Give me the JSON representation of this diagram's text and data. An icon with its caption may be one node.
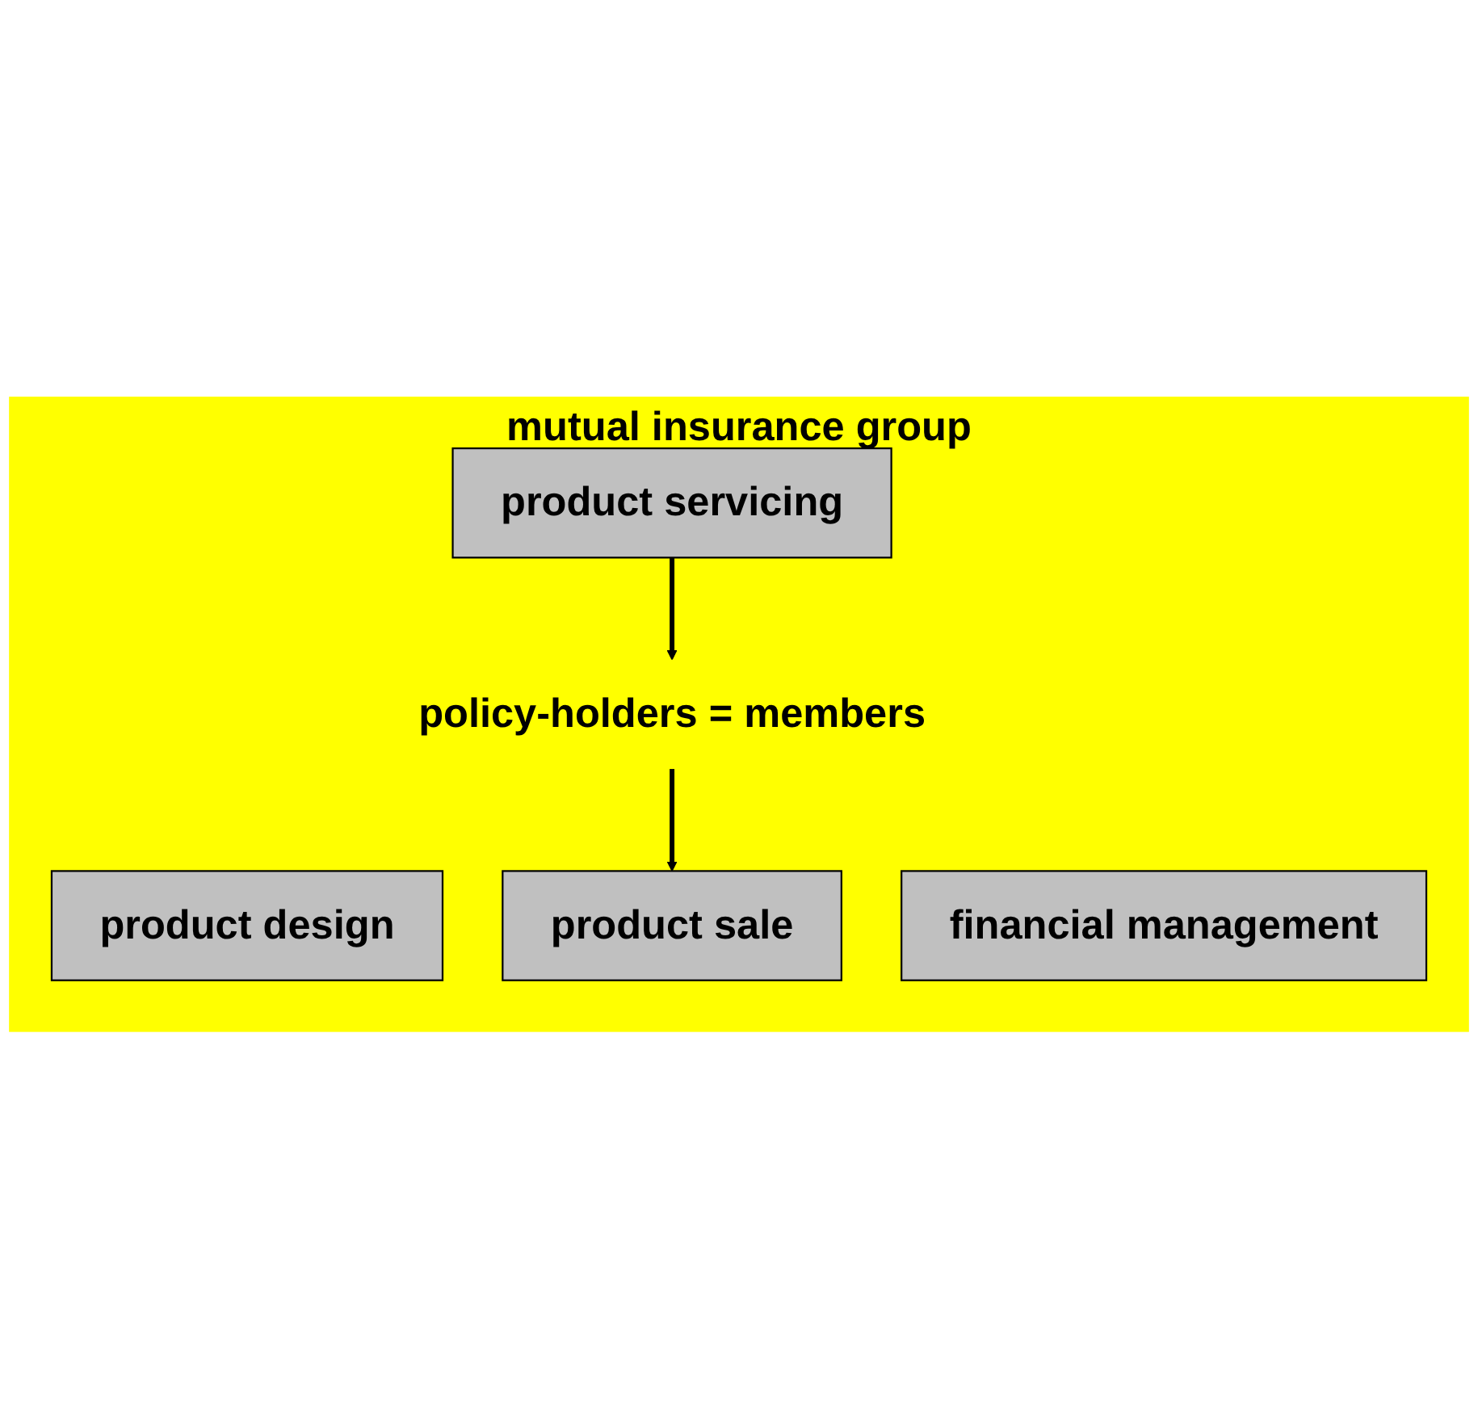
{
  "diagram": {
    "nodes": [
      {
        "text": [
          "mutual insurance group"
        ]
      },
      {
        "text": [
          "product design"
        ],
        "in": 0
      },
      {
        "text": [
          "financial management"
        ],
        "in": 0
      },
      {
        "text": [
          "product sale"
        ],
        "in": 0
      },
      {
        "text": [
          "product servicing"
        ],
        "in": 0
      },
      {
        "text": [
          "policy-holders = members"
        ],
        "in": 0
      }
    ],
    "edges": [
      {
        "from": 5,
        "to": 3,
        "arrow": "to"
      },
      {
        "from": 4,
        "to": 5,
        "arrow": "to"
      }
    ]
  }
}
